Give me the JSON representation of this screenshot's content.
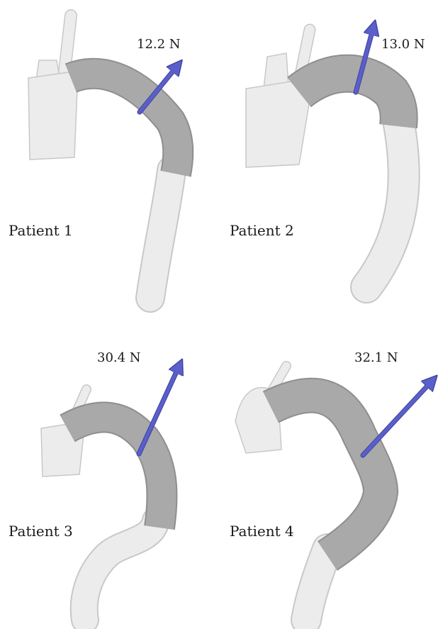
{
  "colors": {
    "vessel_light": "#ececec",
    "vessel_light_stroke": "#c8c8c8",
    "vessel_dark": "#a9a9a9",
    "vessel_dark_stroke": "#8e8e8e",
    "arrow": "#5a5fc9",
    "arrow_edge": "#3d41a0"
  },
  "panels": [
    {
      "label": "Patient 1",
      "force": "12.2 N"
    },
    {
      "label": "Patient 2",
      "force": "13.0 N"
    },
    {
      "label": "Patient 3",
      "force": "30.4 N"
    },
    {
      "label": "Patient 4",
      "force": "32.1 N"
    }
  ]
}
